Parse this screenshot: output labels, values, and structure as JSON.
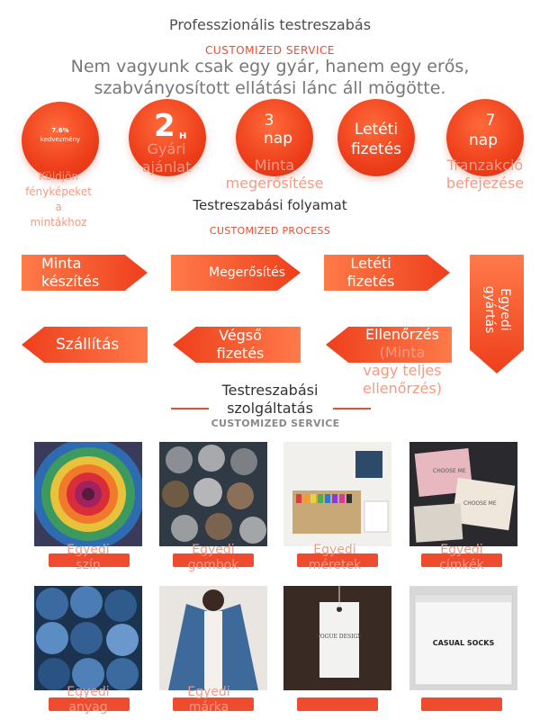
{
  "header": {
    "title": "Professzionális testreszabás",
    "subtitle": "CUSTOMIZED SERVICE",
    "tagline": "Nem vagyunk csak egy gyár, hanem egy erős, szabványosított ellátási lánc áll mögötte."
  },
  "circles": [
    {
      "inner_top": "7.6%",
      "inner_bottom": "kedvezmény",
      "label_lines": [
        "Küldjön",
        "fényképeket",
        "a",
        "mintákhoz"
      ]
    },
    {
      "inner_big": "2",
      "inner_sup": "H",
      "label_lines": [
        "Gyári",
        "ajánlat"
      ]
    },
    {
      "inner_top": "3",
      "inner_bottom": "nap",
      "label_lines": [
        "Minta",
        "megerősítése"
      ]
    },
    {
      "inner_top": "Letéti",
      "inner_bottom": "fizetés",
      "label_lines": []
    },
    {
      "inner_top": "7",
      "inner_bottom": "nap",
      "label_lines": [
        "Tranzakció",
        "befejezése"
      ]
    }
  ],
  "process": {
    "title": "Testreszabási folyamat",
    "subtitle": "CUSTOMIZED PROCESS",
    "steps": [
      {
        "lines": [
          "Minta",
          "készítés"
        ]
      },
      {
        "lines": [
          "Megerősítés"
        ]
      },
      {
        "lines": [
          "Letéti",
          "fizetés"
        ]
      },
      {
        "lines": [
          "Egyedi",
          "gyártás"
        ]
      },
      {
        "lines": [
          "Ellenőrzés"
        ]
      },
      {
        "lines": [
          "Végső",
          "fizetés"
        ]
      },
      {
        "lines": [
          "Szállítás"
        ]
      }
    ],
    "note_lines": [
      "(Minta",
      "vagy teljes",
      "ellenőrzés)"
    ]
  },
  "services": {
    "title_lines": [
      "Testreszabási",
      "szolgáltatás"
    ],
    "subtitle": "CUSTOMIZED SERVICE",
    "items": [
      {
        "label_lines": [
          "Egyedi",
          "szín"
        ],
        "icon": "yarn-image"
      },
      {
        "label_lines": [
          "Egyedi",
          "gombok"
        ],
        "icon": "buttons-image"
      },
      {
        "label_lines": [
          "Egyedi",
          "méretek"
        ],
        "icon": "sizes-image"
      },
      {
        "label_lines": [
          "Egyedi",
          "címkék"
        ],
        "icon": "labels-image",
        "print_text": "CHOOSE ME"
      },
      {
        "label_lines": [
          "Egyedi",
          "anyag"
        ],
        "icon": "denim-image"
      },
      {
        "label_lines": [
          "Egyedi",
          "márka"
        ],
        "icon": "brand-jacket-image"
      },
      {
        "label_lines": [],
        "icon": "hangtag-image",
        "print_text": "VOGUE DESIGN"
      },
      {
        "label_lines": [],
        "icon": "bag-image",
        "print_text": "CASUAL SOCKS"
      }
    ]
  },
  "colors": {
    "accent": "#ef4b2f",
    "label_faded": "#f49a84"
  }
}
